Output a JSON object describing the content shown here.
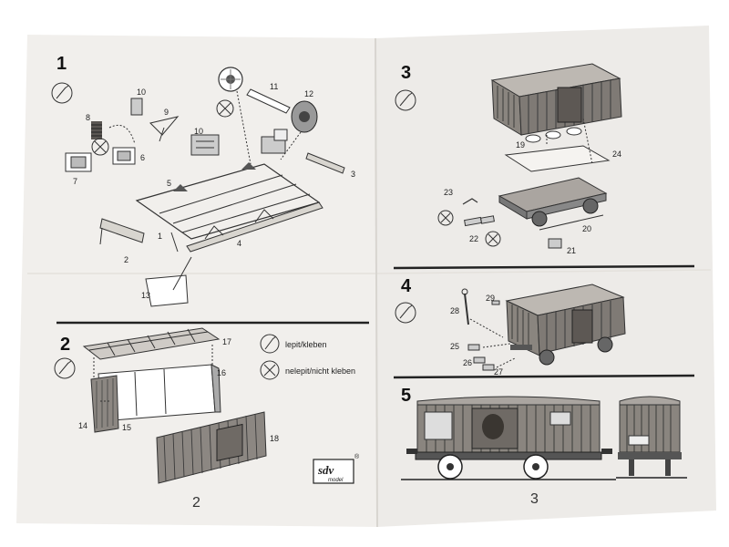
{
  "left_page": {
    "step1": {
      "number": "1",
      "parts": [
        "10",
        "9",
        "10",
        "11",
        "12",
        "8",
        "6",
        "7",
        "5",
        "1",
        "2",
        "4",
        "3",
        "13"
      ]
    },
    "step2": {
      "number": "2",
      "parts": [
        "17",
        "16",
        "14",
        "15",
        "18"
      ],
      "legend": {
        "glue": "lepit/kleben",
        "no_glue": "nelepit/nicht kleben"
      },
      "logo": {
        "text": "sdv",
        "sub": "model",
        "mark": "®"
      }
    },
    "page_number": "2"
  },
  "right_page": {
    "step3": {
      "number": "3",
      "parts": [
        "19",
        "24",
        "23",
        "22",
        "20",
        "21"
      ]
    },
    "step4": {
      "number": "4",
      "parts": [
        "29",
        "28",
        "25",
        "26",
        "27"
      ]
    },
    "step5": {
      "number": "5"
    },
    "page_number": "3"
  },
  "colors": {
    "paper": "#f1efec",
    "paper_right": "#efedea",
    "ink": "#2b2b2b",
    "wood": "#7a7570"
  }
}
